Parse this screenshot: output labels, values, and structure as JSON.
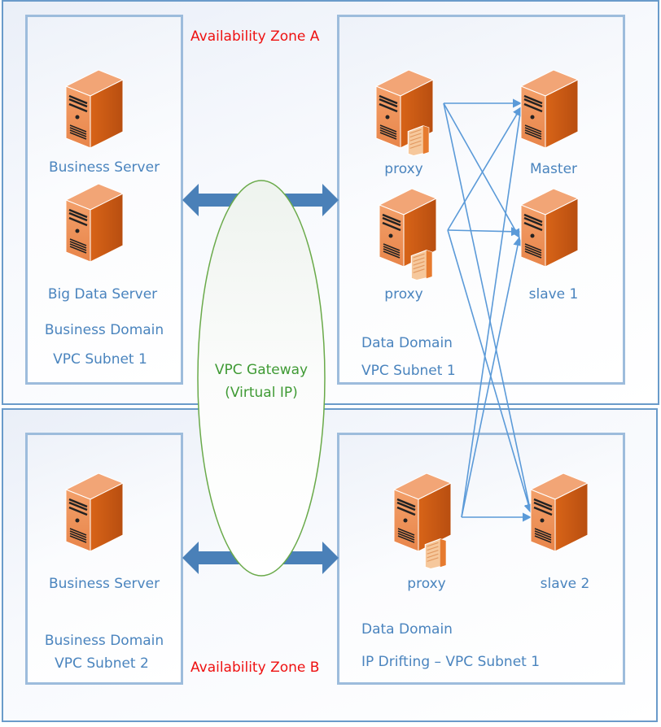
{
  "zones": {
    "a": {
      "title": "Availability Zone A"
    },
    "b": {
      "title": "Availability Zone B"
    }
  },
  "gateway": {
    "line1": "VPC Gateway",
    "line2": "(Virtual IP)"
  },
  "business_a": {
    "servers": [
      "Business Server",
      "Big Data Server"
    ],
    "domain": "Business Domain",
    "subnet": "VPC Subnet 1"
  },
  "data_a": {
    "nodes": {
      "proxy1": "proxy",
      "proxy2": "proxy",
      "master": "Master",
      "slave1": "slave 1"
    },
    "domain": "Data Domain",
    "subnet": "VPC Subnet 1"
  },
  "business_b": {
    "servers": [
      "Business Server"
    ],
    "domain": "Business Domain",
    "subnet": "VPC Subnet 2"
  },
  "data_b": {
    "nodes": {
      "proxy": "proxy",
      "slave2": "slave 2"
    },
    "domain": "Data Domain",
    "subnet": "IP Drifting – VPC Subnet 1"
  },
  "colors": {
    "label_blue": "#4a84be",
    "zone_red": "#ee1111",
    "gateway_green": "#3f9a34",
    "connector_blue": "#5b9ad8",
    "arrow_blue": "#4a80b8",
    "server_orange": "#e0732a"
  },
  "connections": [
    {
      "from": "proxy1",
      "to": "master"
    },
    {
      "from": "proxy1",
      "to": "slave1"
    },
    {
      "from": "proxy1",
      "to": "slave2"
    },
    {
      "from": "proxy2",
      "to": "master"
    },
    {
      "from": "proxy2",
      "to": "slave1"
    },
    {
      "from": "proxy2",
      "to": "slave2"
    },
    {
      "from": "proxy3",
      "to": "master"
    },
    {
      "from": "proxy3",
      "to": "slave1"
    },
    {
      "from": "proxy3",
      "to": "slave2"
    }
  ]
}
